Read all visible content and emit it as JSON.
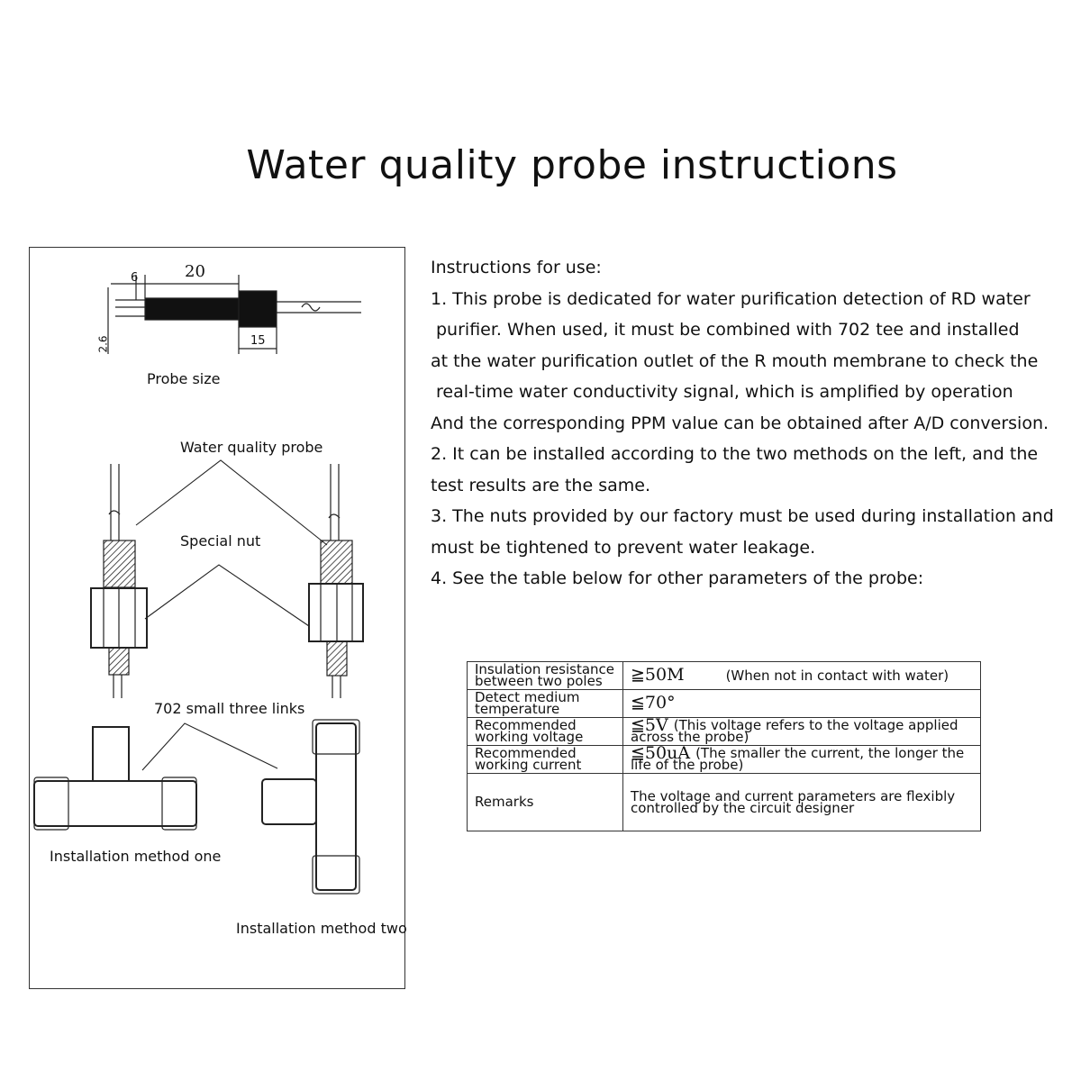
{
  "title": "Water quality probe instructions",
  "diagram": {
    "dim_20": "20",
    "dim_6": "6",
    "dim_15": "15",
    "dim_26": "2.6",
    "probe_size": "Probe size",
    "water_quality_probe": "Water quality probe",
    "special_nut": "Special nut",
    "tee_links": "702 small three links",
    "method_one": "Installation method one",
    "method_two": "Installation method two"
  },
  "instructions": {
    "heading": "Instructions for use:",
    "lines": [
      "1. This probe is dedicated for water purification detection of RD water",
      "purifier. When used, it must be combined with 702 tee and installed",
      "at the water purification outlet of the R mouth membrane to check the",
      "real-time water conductivity signal, which is amplified by operation",
      "And the corresponding PPM value can be obtained after A/D conversion.",
      "2. It can be installed according to the two methods on the left, and the",
      "test results are the same.",
      "3. The nuts provided by our factory must be used during installation and",
      "must be tightened to prevent water leakage.",
      "4. See the table below for other parameters of the probe:"
    ]
  },
  "params": [
    {
      "k1": "Insulation resistance",
      "k2": "between two poles",
      "v": "≧50M",
      "n1": "(When not in contact with water)",
      "n2": ""
    },
    {
      "k1": "Detect medium",
      "k2": "temperature",
      "v": "≦70°",
      "n1": "",
      "n2": ""
    },
    {
      "k1": "Recommended",
      "k2": "working voltage",
      "v": "≦5V",
      "n1": "(This voltage refers to the voltage applied",
      "n2": "across the probe)"
    },
    {
      "k1": "Recommended",
      "k2": "working current",
      "v": "≦50uA",
      "n1": "(The smaller the current, the longer the",
      "n2": "life of the probe)"
    },
    {
      "k1": "Remarks",
      "k2": "",
      "v": "",
      "n1": "The voltage and current parameters are flexibly",
      "n2": "controlled by the circuit designer"
    }
  ]
}
